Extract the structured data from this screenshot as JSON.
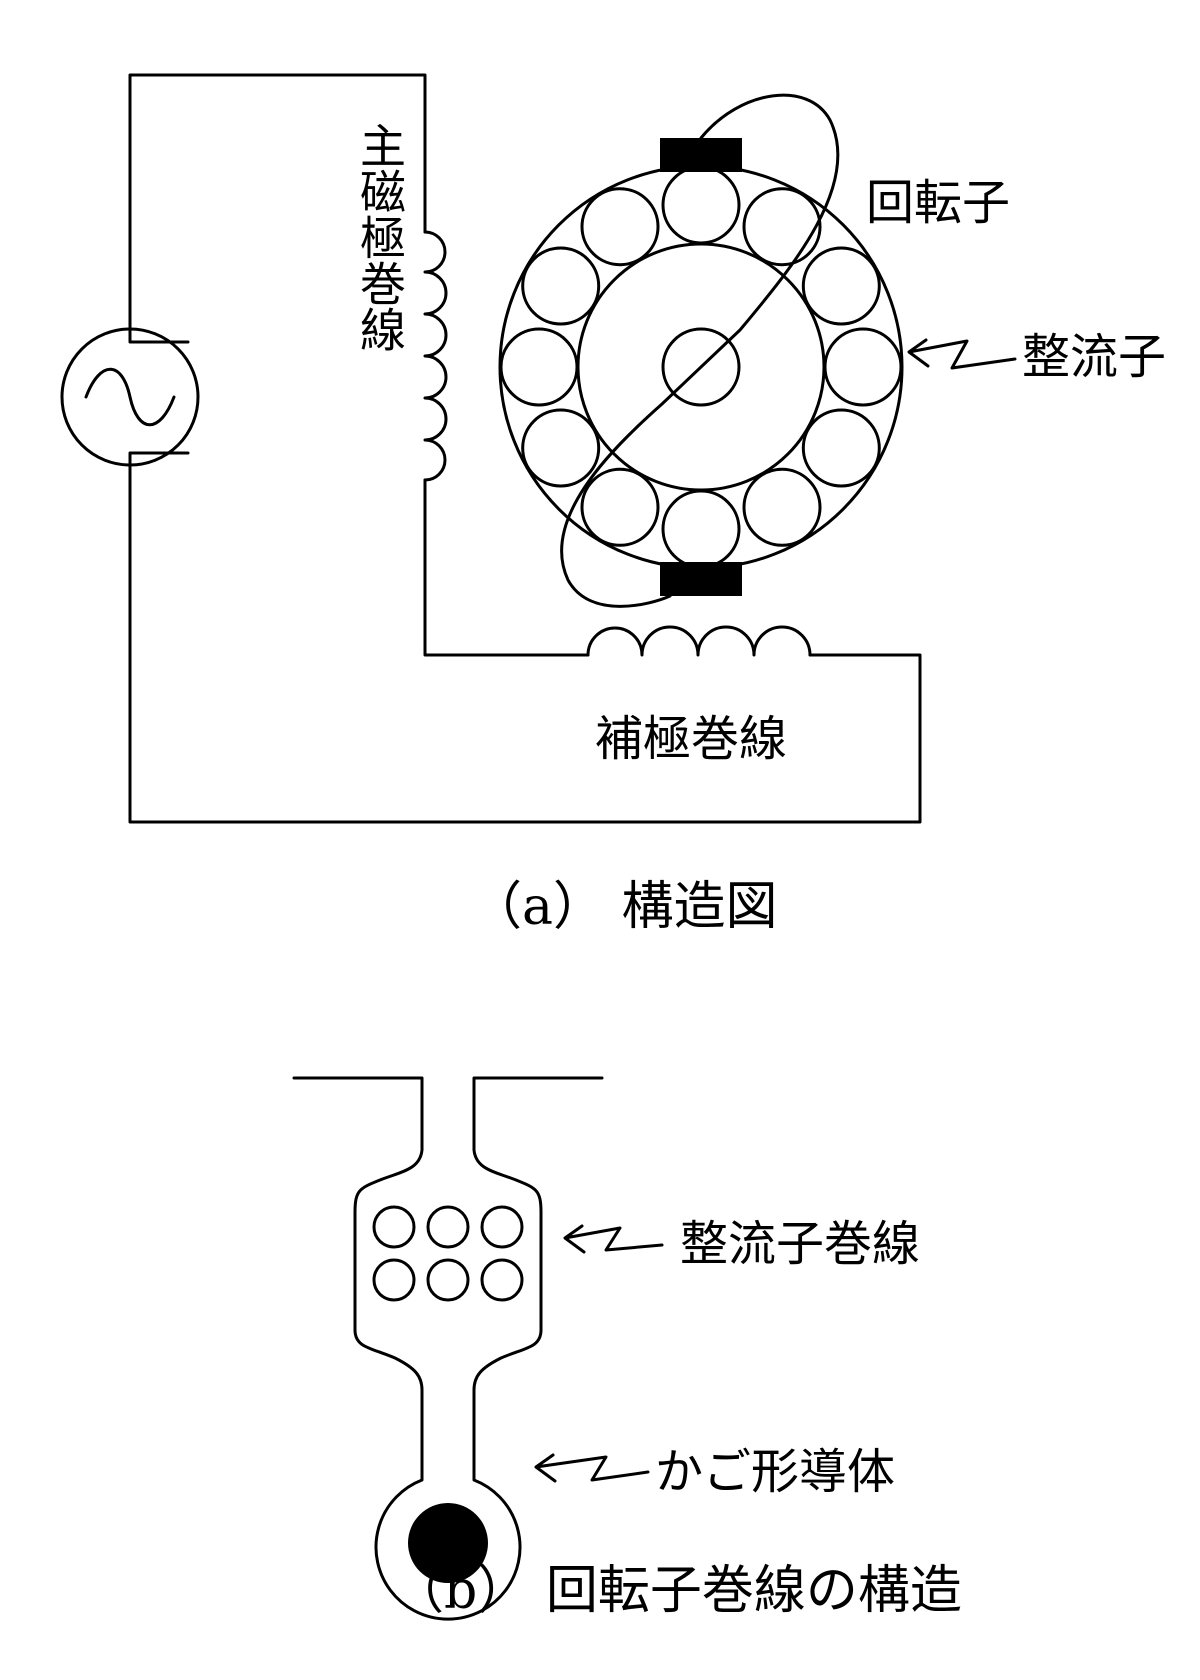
{
  "figure_a": {
    "labels": {
      "rotor": "回転子",
      "commutator": "整流子",
      "main_field_winding": "主磁極巻線",
      "compensating_winding": "補極巻線"
    },
    "caption": "（a） 構造図"
  },
  "figure_b": {
    "labels": {
      "commutator_winding": "整流子巻線",
      "cage_conductor": "かご形導体"
    },
    "caption": "（b） 回転子巻線の構造"
  }
}
